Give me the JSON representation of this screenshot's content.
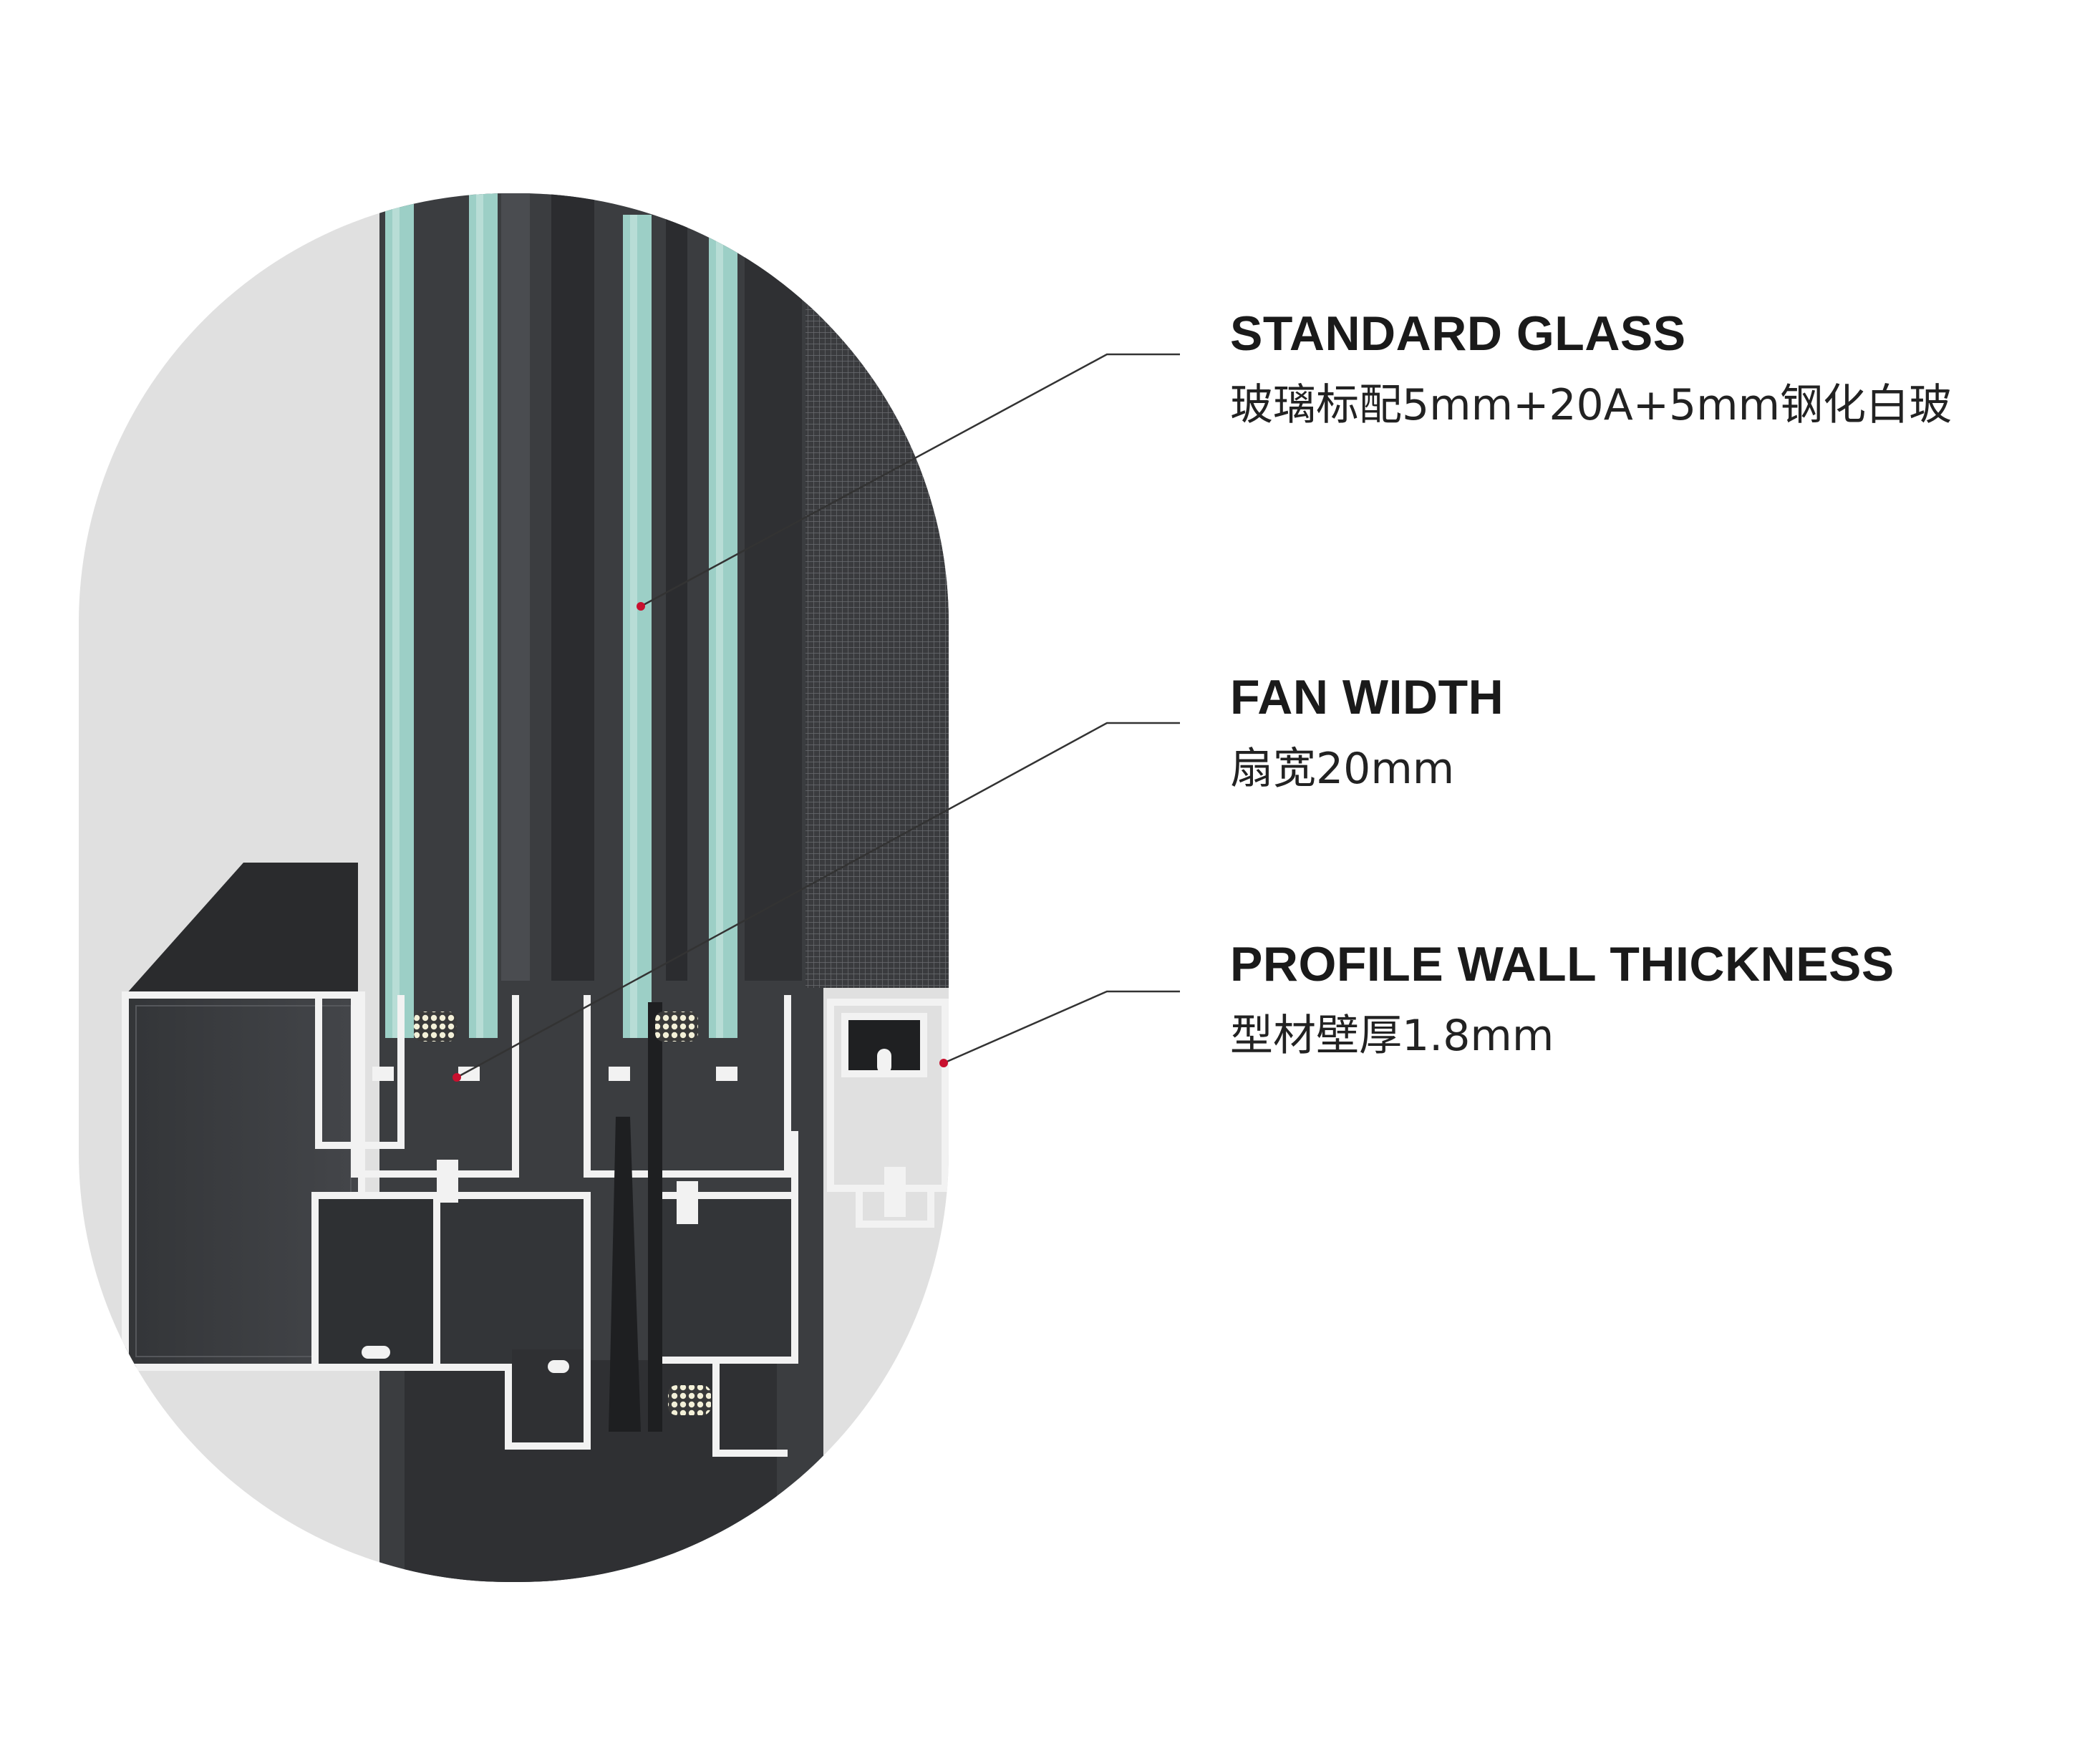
{
  "callouts": [
    {
      "title": "STANDARD GLASS",
      "detail": "玻璃标配5mm+20A+5mm钢化白玻"
    },
    {
      "title": "FAN WIDTH",
      "detail": "扇宽20mm"
    },
    {
      "title": "PROFILE WALL THICKNESS",
      "detail": "型材壁厚1.8mm"
    }
  ],
  "colors": {
    "background": "#ffffff",
    "capsule": "#e0e0e0",
    "profile": "#3b3d40",
    "profile_dark": "#2a2b2d",
    "glass": "#9ccfc6",
    "aluminum": "#f2f2f2",
    "leader": "#333333",
    "marker": "#c8102e"
  }
}
